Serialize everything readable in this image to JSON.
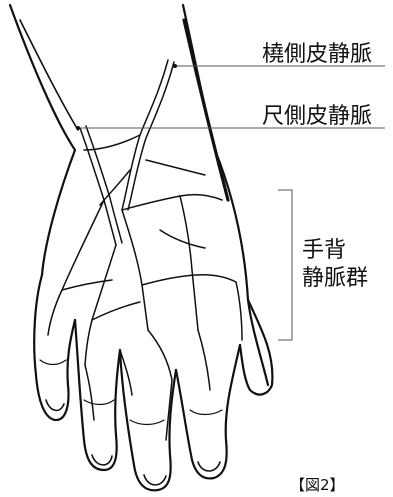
{
  "labels": {
    "cephalic_vein": "橈側皮静脈",
    "basilic_vein": "尺側皮静脈",
    "dorsal_venous_network_line1": "手背",
    "dorsal_venous_network_line2": "静脈群",
    "figure_caption": "【図2】"
  },
  "colors": {
    "ink": "#111111",
    "leader_line": "#555555",
    "background": "#ffffff"
  }
}
